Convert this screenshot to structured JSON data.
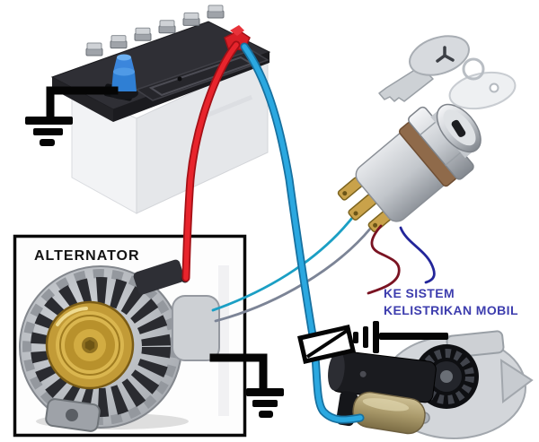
{
  "labels": {
    "alternator": "ALTERNATOR",
    "to_system_line1": "KE SISTEM",
    "to_system_line2": "KELISTRIKAN MOBIL"
  },
  "colors": {
    "positive_cable_red": "#e11b22",
    "battery_starter_cable_blue": "#2ba8e0",
    "switch_wire_cyan": "#1b9fc4",
    "switch_wire_gray": "#7c8496",
    "accessory_wire_dark_red": "#7a1322",
    "accessory_wire_dark_blue": "#23269a",
    "label_text_blue": "#3d3dae",
    "ground_symbol_black": "#050505",
    "pulley_gold": "#c29b37",
    "solenoid_brass": "#b3a273",
    "battery_terminal_blue": "#2f7fd4",
    "battery_terminal_red": "#d81f26"
  },
  "diagram": {
    "components": [
      {
        "id": "battery",
        "type": "car-battery",
        "grounded": true
      },
      {
        "id": "alternator",
        "label": "ALTERNATOR",
        "boxed": true,
        "grounded": true
      },
      {
        "id": "ignition-switch",
        "type": "key-switch",
        "keys_shown": 2
      },
      {
        "id": "fuse",
        "type": "fuse-symbol"
      },
      {
        "id": "starter-motor",
        "type": "starter",
        "grounded": true
      },
      {
        "id": "car-electrical-system",
        "label": "KE SISTEM KELISTRIKAN MOBIL"
      }
    ],
    "wires": [
      {
        "from": "battery-positive",
        "to": "alternator-output",
        "color": "#e11b22",
        "style": "thick"
      },
      {
        "from": "battery-positive",
        "to": "starter-solenoid",
        "via": "fuse",
        "color": "#2ba8e0",
        "style": "thick"
      },
      {
        "from": "ignition-switch",
        "to": "alternator",
        "color": "#1b9fc4",
        "style": "thin"
      },
      {
        "from": "ignition-switch",
        "to": "alternator",
        "color": "#7c8496",
        "style": "thin"
      },
      {
        "from": "ignition-switch",
        "to": "car-electrical-system",
        "color": "#7a1322",
        "style": "thin"
      },
      {
        "from": "ignition-switch",
        "to": "car-electrical-system",
        "color": "#23269a",
        "style": "thin"
      },
      {
        "from": "battery-negative",
        "to": "ground",
        "color": "#050505",
        "style": "thick"
      },
      {
        "from": "alternator-case",
        "to": "ground",
        "color": "#050505",
        "style": "thick"
      },
      {
        "from": "starter-body",
        "to": "ground",
        "color": "#050505",
        "style": "thick"
      }
    ]
  }
}
